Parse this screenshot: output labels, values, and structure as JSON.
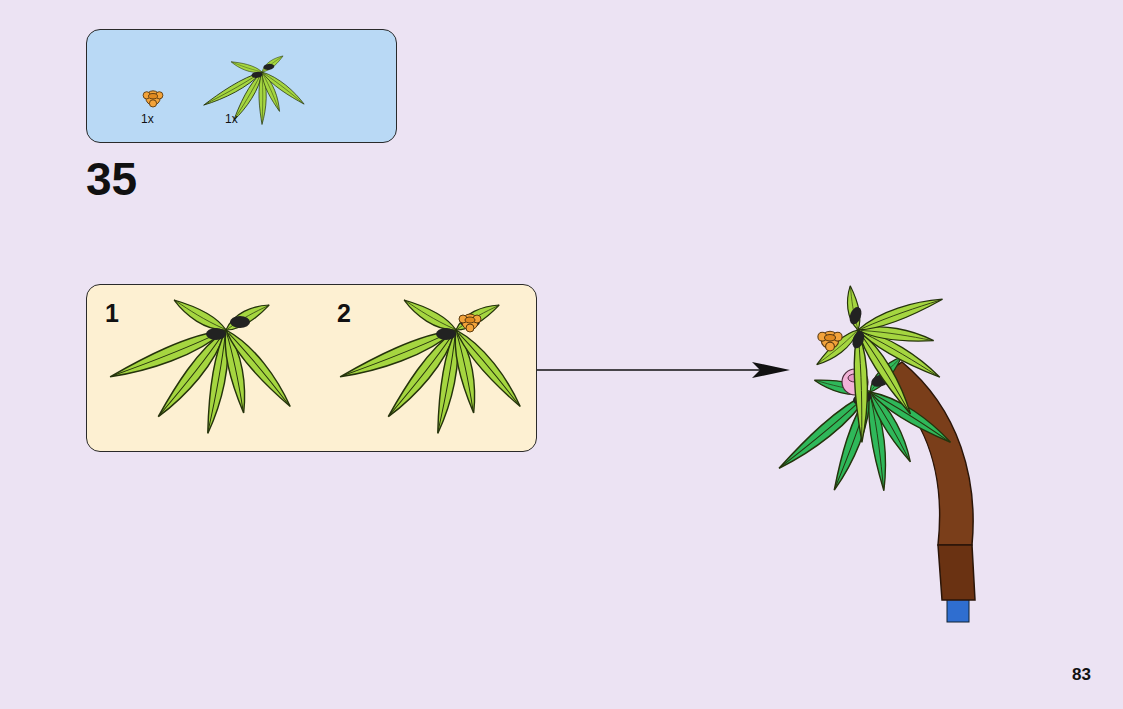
{
  "diagram": {
    "nodes": [
      {
        "text": [
          "1x",
          "1x"
        ]
      },
      {
        "text": [
          "1",
          "2"
        ]
      }
    ],
    "labels": [
      "35",
      "83"
    ]
  }
}
